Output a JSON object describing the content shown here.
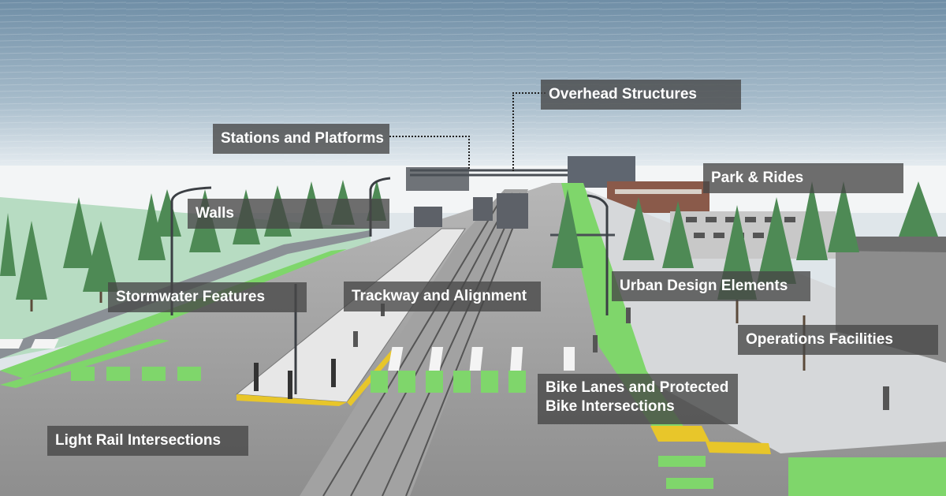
{
  "labels": {
    "overhead_structures": "Overhead Structures",
    "stations_and_platforms": "Stations and Platforms",
    "park_and_rides": "Park & Rides",
    "walls": "Walls",
    "stormwater_features": "Stormwater Features",
    "trackway_and_alignment": "Trackway and Alignment",
    "urban_design_elements": "Urban Design Elements",
    "operations_facilities": "Operations Facilities",
    "bike_lanes_line1": "Bike Lanes and Protected",
    "bike_lanes_line2": "Bike Intersections",
    "light_rail_intersections": "Light Rail Intersections"
  },
  "colors": {
    "sky": "#8aa6bc",
    "label_background": "#464646",
    "label_text": "#ffffff",
    "bike_lane_green": "#7fd66b",
    "tactile_yellow": "#e8c62a",
    "road_gray": "#9c9c9c",
    "tree_green": "#4e8a55",
    "building_gray": "#8c8c8c",
    "brick": "#8a5a4a"
  }
}
